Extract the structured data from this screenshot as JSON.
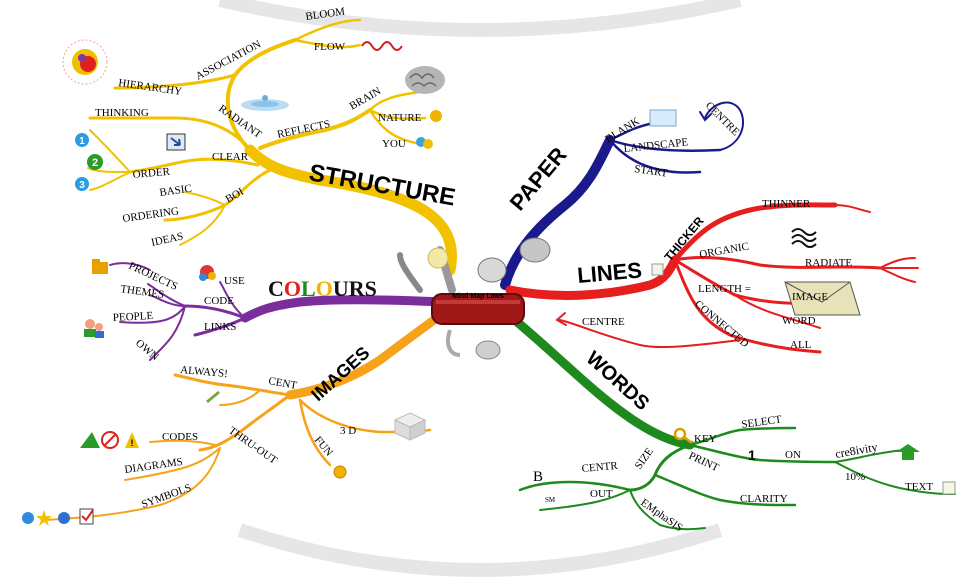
{
  "center": {
    "label": "Mind Map Laws"
  },
  "branches": {
    "structure": {
      "title": "STRUCTURE",
      "color": "#f2c200",
      "items": {
        "bloom": "BLOOM",
        "flow": "FLOW",
        "association": "ASSOCIATION",
        "hierarchy": "HIERARCHY",
        "thinking": "THINKING",
        "radiant": "RADIANT",
        "brain": "BRAIN",
        "nature": "NATURE",
        "you": "YOU",
        "reflects": "REFLECTS",
        "clear": "CLEAR",
        "order": "ORDER",
        "basic": "BASIC",
        "boi": "BOI",
        "ordering": "ORDERING",
        "ideas": "IDEAS"
      },
      "badges": [
        "1",
        "2",
        "3"
      ]
    },
    "paper": {
      "title": "PAPER",
      "color": "#1a1a8c",
      "items": {
        "blank": "BLANK",
        "landscape": "LANDSCAPE",
        "start": "START",
        "centre": "CENTRE"
      }
    },
    "lines": {
      "title": "LINES",
      "color": "#e61e1e",
      "items": {
        "thicker": "THICKER",
        "thinner": "THINNER",
        "organic": "ORGANIC",
        "radiate": "RADIATE",
        "length": "LENGTH =",
        "image": "IMAGE",
        "word": "WORD",
        "connected": "CONNECTED",
        "all": "ALL",
        "centre": "CENTRE"
      }
    },
    "colours": {
      "title_prefix": "C",
      "title_o1": "O",
      "title_l": "L",
      "title_o2": "O",
      "title_suffix": "URS",
      "color": "#7b2d9c",
      "items": {
        "projects": "PROJECTS",
        "themes": "THEMES",
        "use": "USE",
        "code": "CODE",
        "people": "PEOPLE",
        "links": "LINKS",
        "own": "OWN"
      }
    },
    "images": {
      "title": "IMAGES",
      "color": "#f7a21b",
      "items": {
        "always": "ALWAYS!",
        "cent": "CENT",
        "three_d": "3 D",
        "fun": "FUN",
        "codes": "CODES",
        "thru_out": "THRU-OUT",
        "diagrams": "DIAGRAMS",
        "symbols": "SYMBOLS"
      }
    },
    "words": {
      "title": "WORDS",
      "color": "#1e8a1e",
      "items": {
        "key": "KEY",
        "select": "SELECT",
        "one": "1",
        "on": "ON",
        "cre8ivity": "cre8ivity",
        "ten_percent": "10%",
        "text": "TEXT",
        "print": "PRINT",
        "clarity": "CLARITY",
        "size": "SIZE",
        "centr": "CENTR",
        "b": "B",
        "sm": "SM",
        "out": "OUT",
        "emphasis": "EMphaSIS"
      }
    }
  }
}
